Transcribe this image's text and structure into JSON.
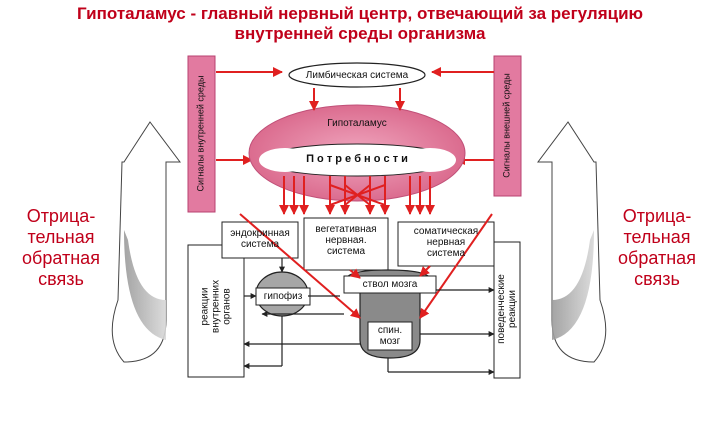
{
  "title": {
    "line1": "Гипоталамус - главный нервный центр, отвечающий за регуляцию",
    "line2": "внутренней среды организма"
  },
  "left_arrow": {
    "line1": "Отрица-",
    "line2": "тельная",
    "line3": "обратная",
    "line4": "связь"
  },
  "right_arrow": {
    "line1": "Отрица-",
    "line2": "тельная",
    "line3": "обратная",
    "line4": "связь"
  },
  "left_bar": "Сигналы внутренней среды",
  "right_bar": "Сигналы внешней среды",
  "limbic": "Лимбическая система",
  "hypothalamus": "Гипоталамус",
  "needs": "П о т р е б н о с т и",
  "endocrine": {
    "line1": "эндокринная",
    "line2": "система"
  },
  "vegetative": {
    "line1": "вегетативная",
    "line2": "нервная.",
    "line3": "система"
  },
  "somatic": {
    "line1": "соматическая",
    "line2": "нервная",
    "line3": "система"
  },
  "pituitary": "гипофиз",
  "brainstem": "ствол мозга",
  "spinal": {
    "line1": "спин.",
    "line2": "мозг"
  },
  "internal_reactions": {
    "line1": "реакции",
    "line2": "внутренних",
    "line3": "органов"
  },
  "behavioral_reactions": {
    "line1": "поведенческие",
    "line2": "реакции"
  },
  "colors": {
    "accent_red": "#c0001a",
    "pink": "#d9668a",
    "arrow_red": "#e02020"
  }
}
